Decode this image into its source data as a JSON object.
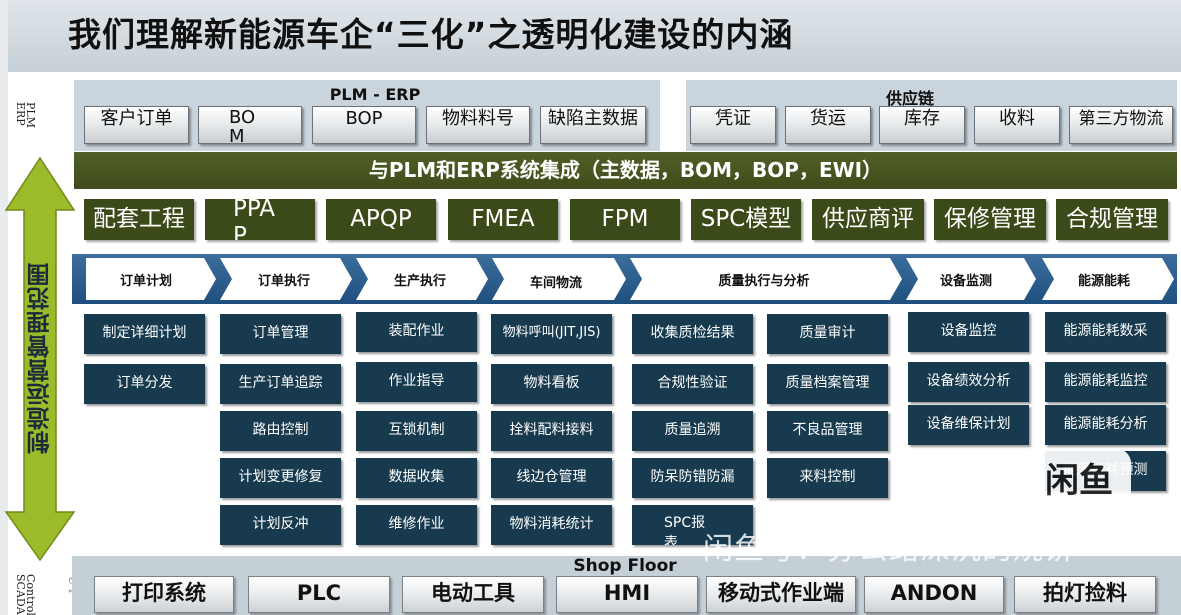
{
  "title": "我们理解新能源车企“三化”之透明化建设的内涵",
  "side_labels": {
    "top": "PLM ERP",
    "bottom": "Control SCADA",
    "bottom_cut": "U F"
  },
  "left_axis_title": "制造运营管理范围",
  "plm_erp": {
    "title": "PLM - ERP",
    "items": [
      "客户订单",
      "BOM",
      "BOP",
      "物料料号",
      "缺陷主数据"
    ]
  },
  "supply_chain": {
    "title": "供应链",
    "items": [
      "凭证",
      "货运",
      "库存",
      "收料",
      "第三方物流"
    ]
  },
  "integration_bar": "与PLM和ERP系统集成（主数据，BOM，BOP，EWI）",
  "modules": [
    "配套工程",
    "PPAP",
    "APQP",
    "FMEA",
    "FPM",
    "SPC模型",
    "供应商评估",
    "保修管理",
    "合规管理"
  ],
  "process_steps": [
    "订单计划",
    "订单执行",
    "生产执行",
    "车间物流",
    "质量执行与分析",
    "设备监测",
    "能源能耗"
  ],
  "functions": {
    "order_plan": [
      "制定详细计划",
      "订单分发"
    ],
    "order_exec": [
      "订单管理",
      "生产订单追踪",
      "路由控制",
      "计划变更修复",
      "计划反冲"
    ],
    "prod_exec": [
      "装配作业",
      "作业指导",
      "互锁机制",
      "数据收集",
      "维修作业"
    ],
    "logistics": [
      "物料呼叫(JIT,JIS)",
      "物料看板",
      "拴料配料接料",
      "线边仓管理",
      "物料消耗统计"
    ],
    "quality_a": [
      "收集质检结果",
      "合规性验证",
      "质量追溯",
      "防呆防错防漏",
      "SPC报表"
    ],
    "quality_b": [
      "质量审计",
      "质量档案管理",
      "不良品管理",
      "来料控制"
    ],
    "equipment": [
      "设备监控",
      "设备绩效分析",
      "设备维保计划"
    ],
    "energy": [
      "能源能耗数采",
      "能源能耗监控",
      "能源能耗分析",
      "能源能耗预测"
    ]
  },
  "shop_floor": {
    "title": "Shop Floor",
    "items": [
      "打印系统",
      "PLC",
      "电动工具",
      "HMI",
      "移动式作业端",
      "ANDON",
      "拍灯捡料"
    ]
  },
  "watermark": {
    "logo": "闲鱼",
    "text": "闲鱼号：苏公路深沉的烧饼"
  },
  "colors": {
    "integration_bar": "#46541f",
    "module_green": "#3a4a18",
    "process_band": "#2a5c8c",
    "function_box": "#173a4e",
    "arrow": "#9bbb2a"
  }
}
